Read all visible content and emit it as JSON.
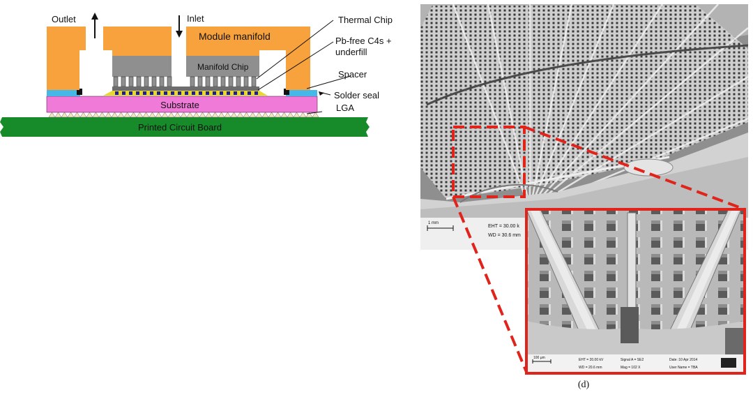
{
  "cross_section": {
    "labels": {
      "outlet": "Outlet",
      "inlet": "Inlet",
      "module_manifold": "Module manifold",
      "manifold_chip": "Manifold Chip",
      "thermal_chip": "Thermal Chip",
      "pbfree_line1": "Pb-free C4s +",
      "pbfree_line2": "underfill",
      "spacer": "Spacer",
      "solder_seal": "Solder seal",
      "substrate": "Substrate",
      "lga": "LGA",
      "pcb": "Printed Circuit Board"
    },
    "colors": {
      "manifold": "#f7a23c",
      "chip": "#8a8a8a",
      "substrate": "#f07ad8",
      "pcb": "#178a2a",
      "seal": "#45b8e8",
      "c4": "#1f1f8f",
      "underfill": "#e8d72c"
    }
  },
  "sem": {
    "main_scalebar": "1 mm",
    "main_info": [
      "EHT = 30.00 k",
      "WD = 30.6 mm"
    ],
    "inset_scalebar": "100 µm",
    "inset_info": [
      "EHT = 20.00 kV",
      "WD = 20.6 mm",
      "Signal A = SE2",
      "Mag = 102 X",
      "Date :10 Apr 2014",
      "User Name = TBA"
    ],
    "highlight_color": "#e0241c"
  },
  "caption": "(d)"
}
